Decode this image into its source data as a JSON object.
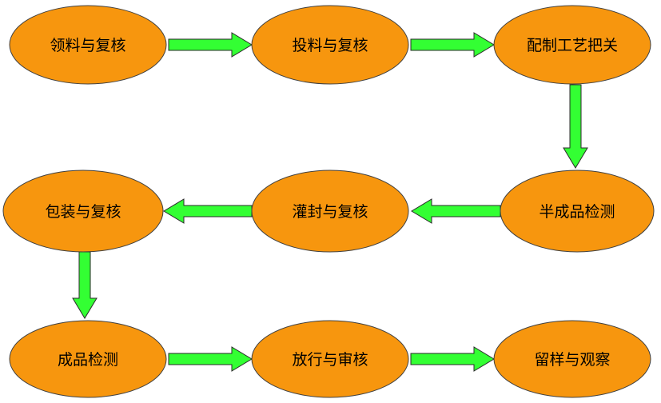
{
  "diagram": {
    "colors": {
      "node_fill": "#F7960E",
      "node_stroke": "#404040",
      "arrow_fill": "#33FF33",
      "arrow_stroke": "#2A2A2A",
      "text": "#000000"
    },
    "nodes": [
      {
        "id": "n1",
        "label": "领料与复核"
      },
      {
        "id": "n2",
        "label": "投料与复核"
      },
      {
        "id": "n3",
        "label": "配制工艺把关"
      },
      {
        "id": "n4",
        "label": "半成品检测"
      },
      {
        "id": "n5",
        "label": "灌封与复核"
      },
      {
        "id": "n6",
        "label": "包装与复核"
      },
      {
        "id": "n7",
        "label": "成品检测"
      },
      {
        "id": "n8",
        "label": "放行与审核"
      },
      {
        "id": "n9",
        "label": "留样与观察"
      }
    ],
    "edges": [
      {
        "from": "n1",
        "to": "n2",
        "direction": "right"
      },
      {
        "from": "n2",
        "to": "n3",
        "direction": "right"
      },
      {
        "from": "n3",
        "to": "n4",
        "direction": "down"
      },
      {
        "from": "n4",
        "to": "n5",
        "direction": "left"
      },
      {
        "from": "n5",
        "to": "n6",
        "direction": "left"
      },
      {
        "from": "n6",
        "to": "n7",
        "direction": "down"
      },
      {
        "from": "n7",
        "to": "n8",
        "direction": "right"
      },
      {
        "from": "n8",
        "to": "n9",
        "direction": "right"
      }
    ]
  }
}
